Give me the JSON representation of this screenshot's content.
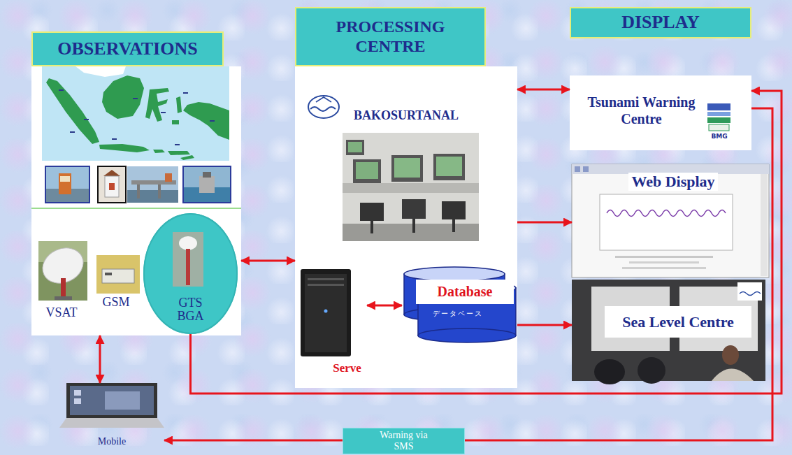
{
  "diagram": {
    "nodes": [
      {
        "text": [
          "OBSERVATIONS"
        ]
      },
      {
        "text": [
          "GTS BGA"
        ],
        "in": 0
      },
      {
        "text": [
          "PROCESSING CENTRE",
          "BAKOSURTANAL"
        ]
      },
      {
        "text": [
          "Serve"
        ],
        "in": 2
      },
      {
        "text": [
          "Database",
          "データベース"
        ],
        "in": 2
      },
      {
        "text": [
          "DISPLAY"
        ]
      },
      {
        "text": [
          "Tsunami Warning Centre"
        ]
      },
      {
        "text": [
          "Web Display"
        ]
      },
      {
        "text": [
          "Sea Level Centre"
        ]
      },
      {
        "text": [
          "Mobile"
        ]
      },
      {
        "text": [
          "Warning via SMS"
        ]
      }
    ],
    "edges": [
      {
        "from": 0,
        "to": 2,
        "arrow": "both"
      },
      {
        "from": 2,
        "to": 6,
        "arrow": "both"
      },
      {
        "from": 2,
        "to": 7,
        "arrow": "to"
      },
      {
        "from": 2,
        "to": 8,
        "arrow": "to"
      },
      {
        "from": 3,
        "to": 4,
        "arrow": "both"
      },
      {
        "from": 0,
        "to": 9,
        "arrow": "both"
      },
      {
        "from": 1,
        "to": 6,
        "arrow": "to"
      },
      {
        "from": 6,
        "to": 10,
        "arrow": "none"
      },
      {
        "from": 10,
        "to": 9,
        "arrow": "to"
      }
    ],
    "labels": [
      "VSAT",
      "GSM",
      "BMG"
    ]
  }
}
